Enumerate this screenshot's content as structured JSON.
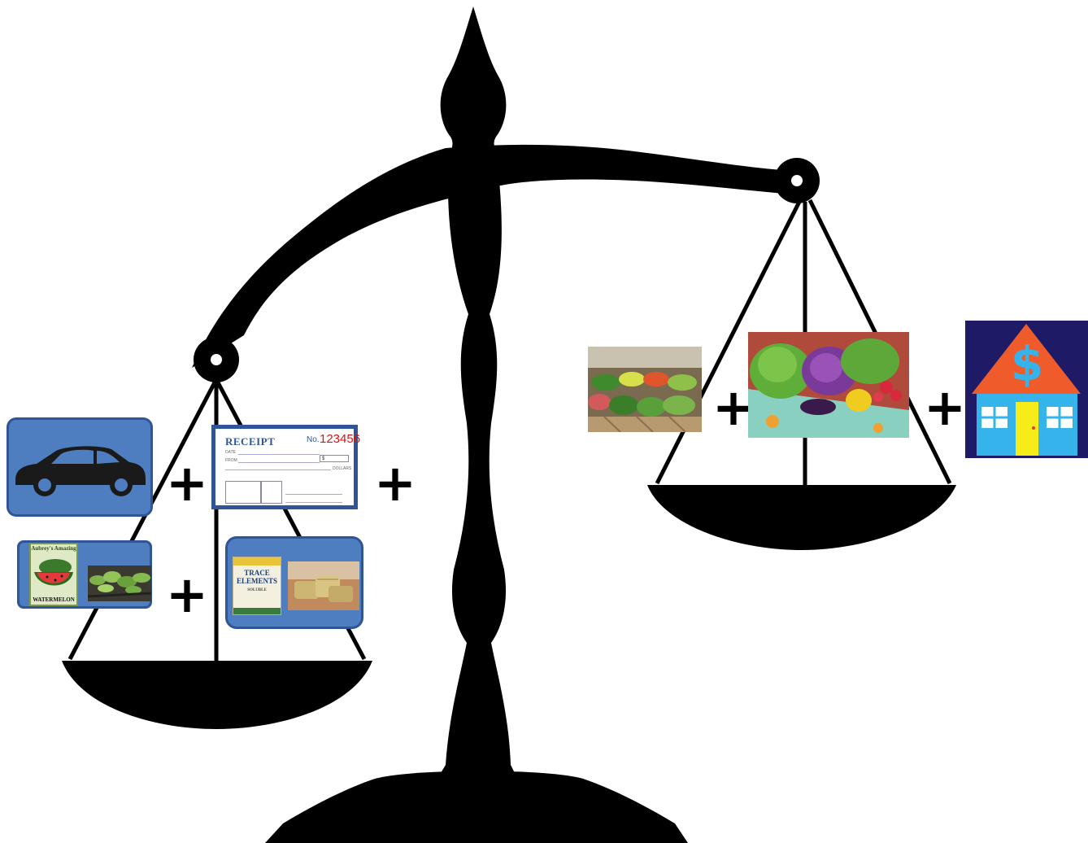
{
  "operators": {
    "plus": "+"
  },
  "left_pan": {
    "car": {
      "icon": "car-icon"
    },
    "receipt": {
      "title": "RECEIPT",
      "number_label": "No.",
      "number": "123456",
      "date_label": "DATE",
      "from_label": "FROM",
      "dollars_label": "DOLLARS",
      "amount_symbol": "$"
    },
    "seeds": {
      "brand": "Aubrey's Amazing",
      "variety": "WATERMELON"
    },
    "amendments": {
      "packet_title": "TRACE ELEMENTS",
      "packet_subtitle": "SOLUBLE"
    }
  },
  "right_pan": {
    "market": {
      "icon": "vegetable-market-photo"
    },
    "basket": {
      "icon": "vegetable-basket-photo"
    },
    "house": {
      "symbol": "$",
      "icon": "house-dollar-icon"
    }
  },
  "colors": {
    "accent_blue": "#4f7ec0",
    "border_blue": "#2f5597",
    "house_bg": "#1f1a66",
    "house_roof": "#ef5b2a",
    "house_wall": "#34b4ea",
    "house_door": "#f7ec1a"
  }
}
